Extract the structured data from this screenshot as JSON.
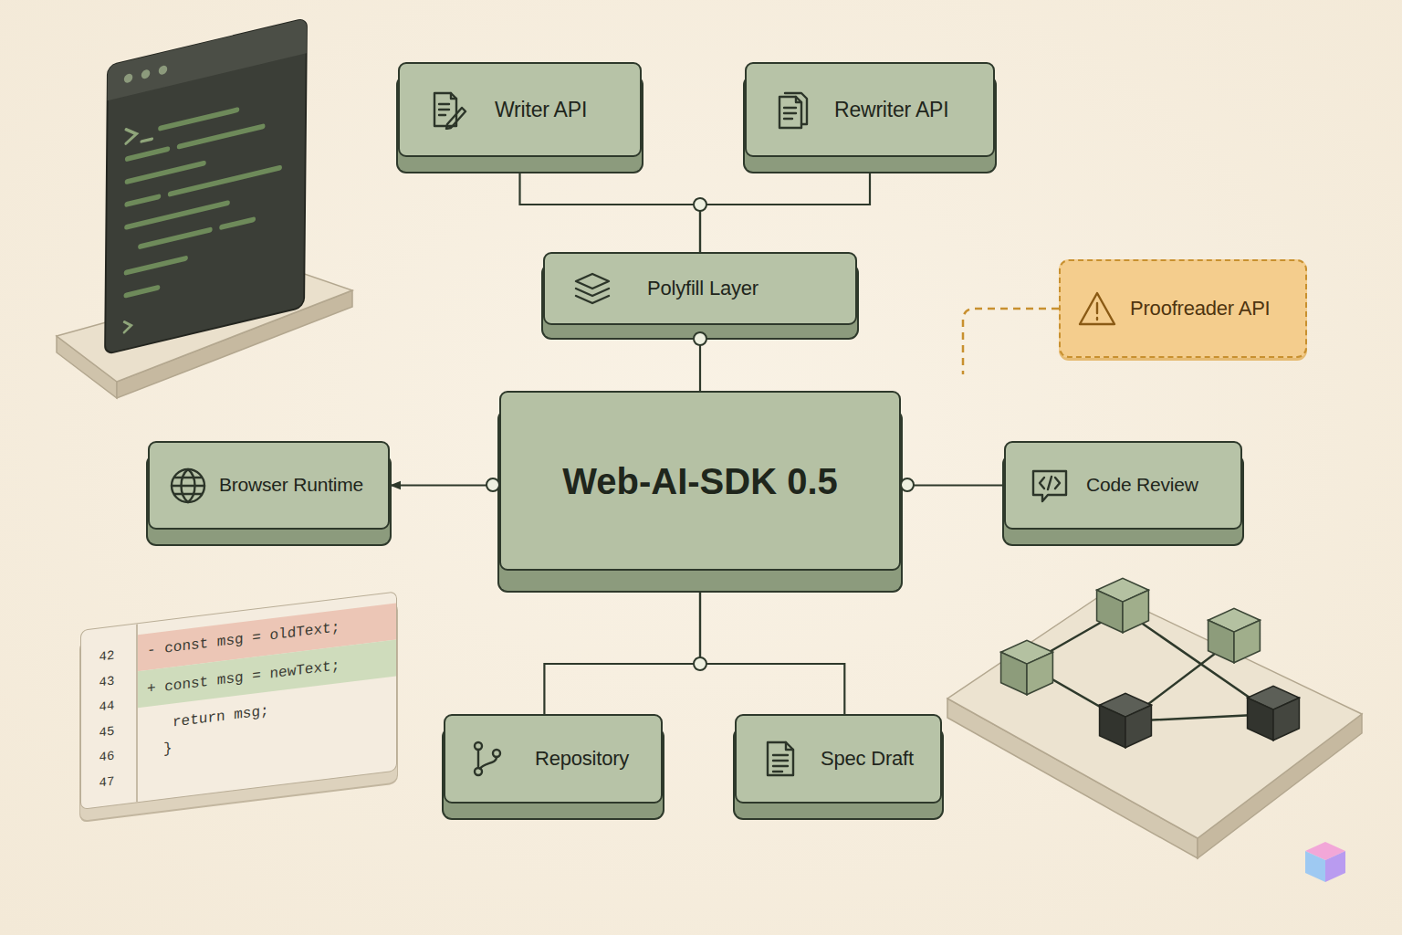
{
  "diagram": {
    "nodes": [
      {
        "text": [
          "Writer API"
        ]
      },
      {
        "text": [
          "Rewriter API"
        ]
      },
      {
        "text": [
          "Polyfill Layer"
        ]
      },
      {
        "text": [
          "Proofreader API"
        ]
      },
      {
        "text": [
          "Browser Runtime"
        ]
      },
      {
        "text": [
          "Web-AI-SDK 0.5"
        ]
      },
      {
        "text": [
          "Code Review"
        ]
      },
      {
        "text": [
          "Repository"
        ]
      },
      {
        "text": [
          "Spec Draft"
        ]
      }
    ],
    "edges": [
      {
        "from": 0,
        "to": 2,
        "arrow": "none"
      },
      {
        "from": 1,
        "to": 2,
        "arrow": "none"
      },
      {
        "from": 2,
        "to": 5,
        "arrow": "none"
      },
      {
        "from": 5,
        "to": 4,
        "arrow": "to"
      },
      {
        "from": 5,
        "to": 6,
        "arrow": "none"
      },
      {
        "from": 5,
        "to": 7,
        "arrow": "none"
      },
      {
        "from": 5,
        "to": 8,
        "arrow": "none"
      }
    ],
    "labels": [
      "42",
      "43",
      "44",
      "45",
      "46",
      "47",
      "- const msg = oldText;",
      "+ const msg = newText;",
      "return msg;",
      "}"
    ]
  }
}
